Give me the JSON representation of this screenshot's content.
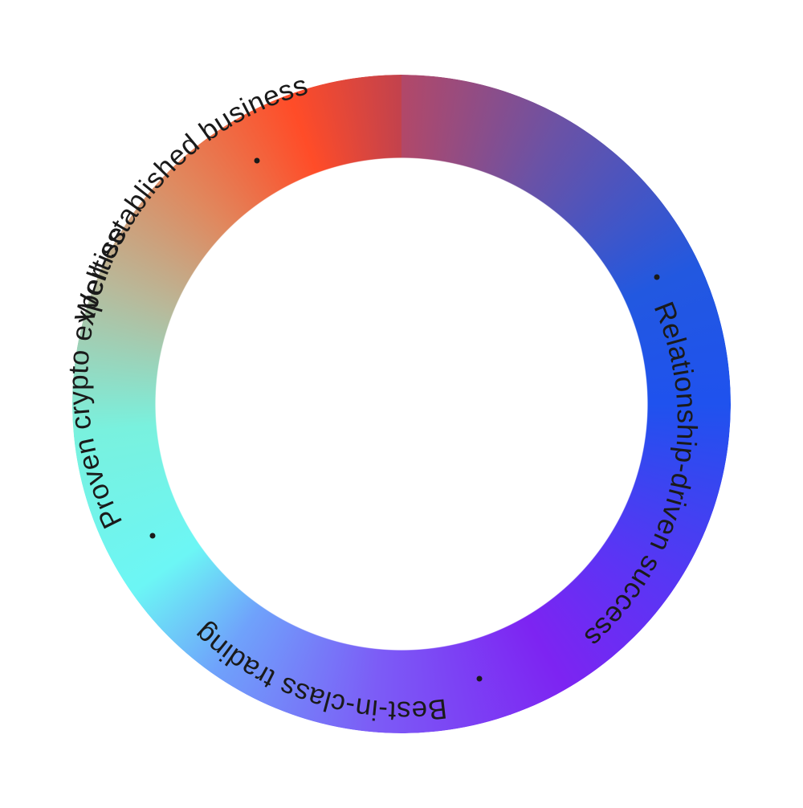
{
  "ring": {
    "colors": {
      "red": "#ff4c28",
      "blue": "#1f52ee",
      "violet": "#7d24f2",
      "cyan": "#6cf6f5",
      "text": "#1a1a1a"
    },
    "labels": [
      {
        "id": "label-business",
        "text": "Well-established business"
      },
      {
        "id": "label-relationship",
        "text": "Relationship-driven success"
      },
      {
        "id": "label-trading",
        "text": "Best-in-class trading"
      },
      {
        "id": "label-expertise",
        "text": "Proven crypto expertise"
      }
    ],
    "separator": "•"
  }
}
